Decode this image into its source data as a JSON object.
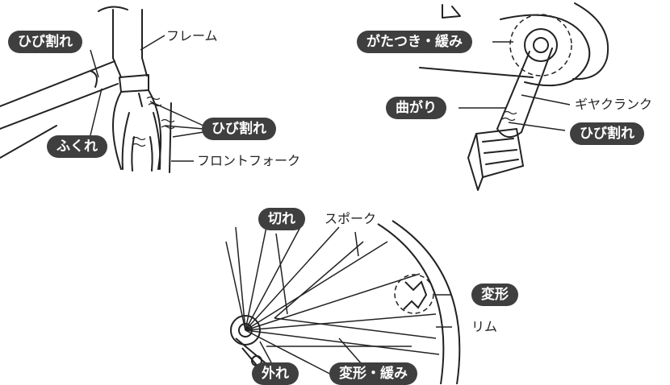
{
  "colors": {
    "line": "#222222",
    "badge_bg": "#3f3f3f",
    "badge_text": "#ffffff"
  },
  "frame_section": {
    "frame_label": "フレーム",
    "crack_top_badge": "ひび割れ",
    "bulge_badge": "ふくれ",
    "crack_fork_badge": "ひび割れ",
    "front_fork_label": "フロントフォーク"
  },
  "crank_section": {
    "loose_badge": "がたつき・緩み",
    "gear_crank_label": "ギヤクランク",
    "bend_badge": "曲がり",
    "crack_badge": "ひび割れ"
  },
  "wheel_section": {
    "break_badge": "切れ",
    "spoke_label": "スポーク",
    "deform_badge": "変形",
    "rim_label": "リム",
    "detach_badge": "外れ",
    "deform_loose_badge": "変形・緩み"
  }
}
